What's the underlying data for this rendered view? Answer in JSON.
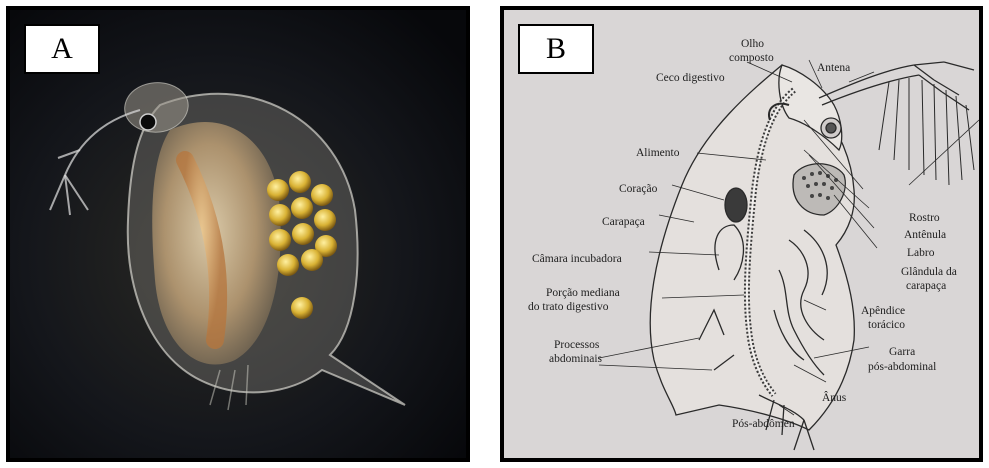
{
  "panel_a": {
    "tag": "A"
  },
  "panel_b": {
    "tag": "B",
    "labels": {
      "olho_line1": "Olho",
      "olho_line2": "composto",
      "antena": "Antena",
      "ceco": "Ceco digestivo",
      "alimento": "Alimento",
      "coracao": "Coração",
      "carapaca": "Carapaça",
      "camara": "Câmara incubadora",
      "porcao_line1": "Porção mediana",
      "porcao_line2": "do trato digestivo",
      "processos_line1": "Processos",
      "processos_line2": "abdominais",
      "rostro": "Rostro",
      "antenula": "Antênula",
      "labro": "Labro",
      "glandula_line1": "Glândula da",
      "glandula_line2": "carapaça",
      "apendice_line1": "Apêndice",
      "apendice_line2": "torácico",
      "garra_line1": "Garra",
      "garra_line2": "pós-abdominal",
      "anus": "Ânus",
      "posabdomen": "Pós-abdômen"
    }
  }
}
